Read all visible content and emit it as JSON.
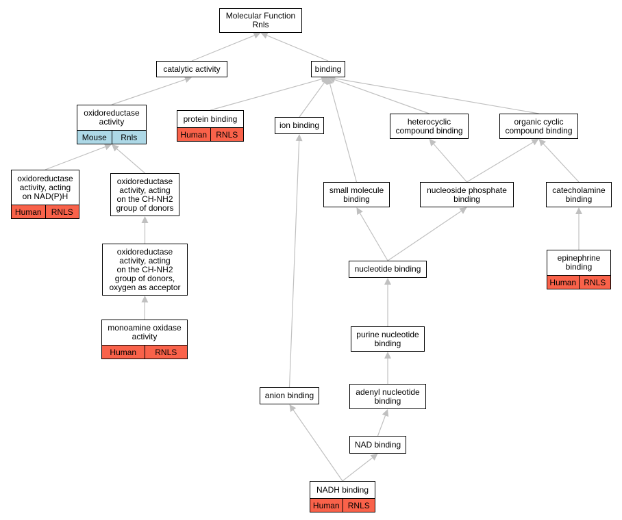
{
  "colors": {
    "human": "#f9624a",
    "mouse": "#add8e6",
    "edge": "#c0c0c0"
  },
  "nodes": {
    "mf": {
      "label": "Molecular Function\nRnls"
    },
    "catalytic": {
      "label": "catalytic activity"
    },
    "binding": {
      "label": "binding"
    },
    "oxidored": {
      "label": "oxidoreductase\nactivity",
      "tags": [
        "Mouse",
        "Rnls"
      ],
      "tag_color": "#add8e6"
    },
    "protein": {
      "label": "protein binding",
      "tags": [
        "Human",
        "RNLS"
      ],
      "tag_color": "#f9624a"
    },
    "ion": {
      "label": "ion binding"
    },
    "heterocyclic": {
      "label": "heterocyclic\ncompound binding"
    },
    "organic": {
      "label": "organic cyclic\ncompound binding"
    },
    "oxnadph": {
      "label": "oxidoreductase\nactivity, acting\non NAD(P)H",
      "tags": [
        "Human",
        "RNLS"
      ],
      "tag_color": "#f9624a"
    },
    "oxch": {
      "label": "oxidoreductase\nactivity, acting\non the CH-NH2\ngroup of donors"
    },
    "smallmol": {
      "label": "small molecule\nbinding"
    },
    "nucphos": {
      "label": "nucleoside phosphate\nbinding"
    },
    "catechol": {
      "label": "catecholamine\nbinding"
    },
    "oxo2": {
      "label": "oxidoreductase\nactivity, acting\non the CH-NH2\ngroup of donors,\noxygen as acceptor"
    },
    "nucleotide": {
      "label": "nucleotide binding"
    },
    "epinephrine": {
      "label": "epinephrine\nbinding",
      "tags": [
        "Human",
        "RNLS"
      ],
      "tag_color": "#f9624a"
    },
    "mao": {
      "label": "monoamine oxidase\nactivity",
      "tags": [
        "Human",
        "RNLS"
      ],
      "tag_color": "#f9624a"
    },
    "purine": {
      "label": "purine nucleotide\nbinding"
    },
    "anion": {
      "label": "anion binding"
    },
    "adenyl": {
      "label": "adenyl nucleotide\nbinding"
    },
    "nad": {
      "label": "NAD binding"
    },
    "nadh": {
      "label": "NADH binding",
      "tags": [
        "Human",
        "RNLS"
      ],
      "tag_color": "#f9624a"
    }
  },
  "edges": [
    [
      "catalytic",
      "mf"
    ],
    [
      "binding",
      "mf"
    ],
    [
      "oxidored",
      "catalytic"
    ],
    [
      "protein",
      "binding"
    ],
    [
      "ion",
      "binding"
    ],
    [
      "heterocyclic",
      "binding"
    ],
    [
      "organic",
      "binding"
    ],
    [
      "smallmol",
      "binding"
    ],
    [
      "oxnadph",
      "oxidored"
    ],
    [
      "oxch",
      "oxidored"
    ],
    [
      "oxo2",
      "oxch"
    ],
    [
      "mao",
      "oxo2"
    ],
    [
      "nucphos",
      "heterocyclic"
    ],
    [
      "nucphos",
      "organic"
    ],
    [
      "catechol",
      "organic"
    ],
    [
      "epinephrine",
      "catechol"
    ],
    [
      "nucleotide",
      "smallmol"
    ],
    [
      "nucleotide",
      "nucphos"
    ],
    [
      "purine",
      "nucleotide"
    ],
    [
      "adenyl",
      "purine"
    ],
    [
      "nad",
      "adenyl"
    ],
    [
      "nadh",
      "nad"
    ],
    [
      "nadh",
      "anion"
    ],
    [
      "anion",
      "ion"
    ]
  ]
}
